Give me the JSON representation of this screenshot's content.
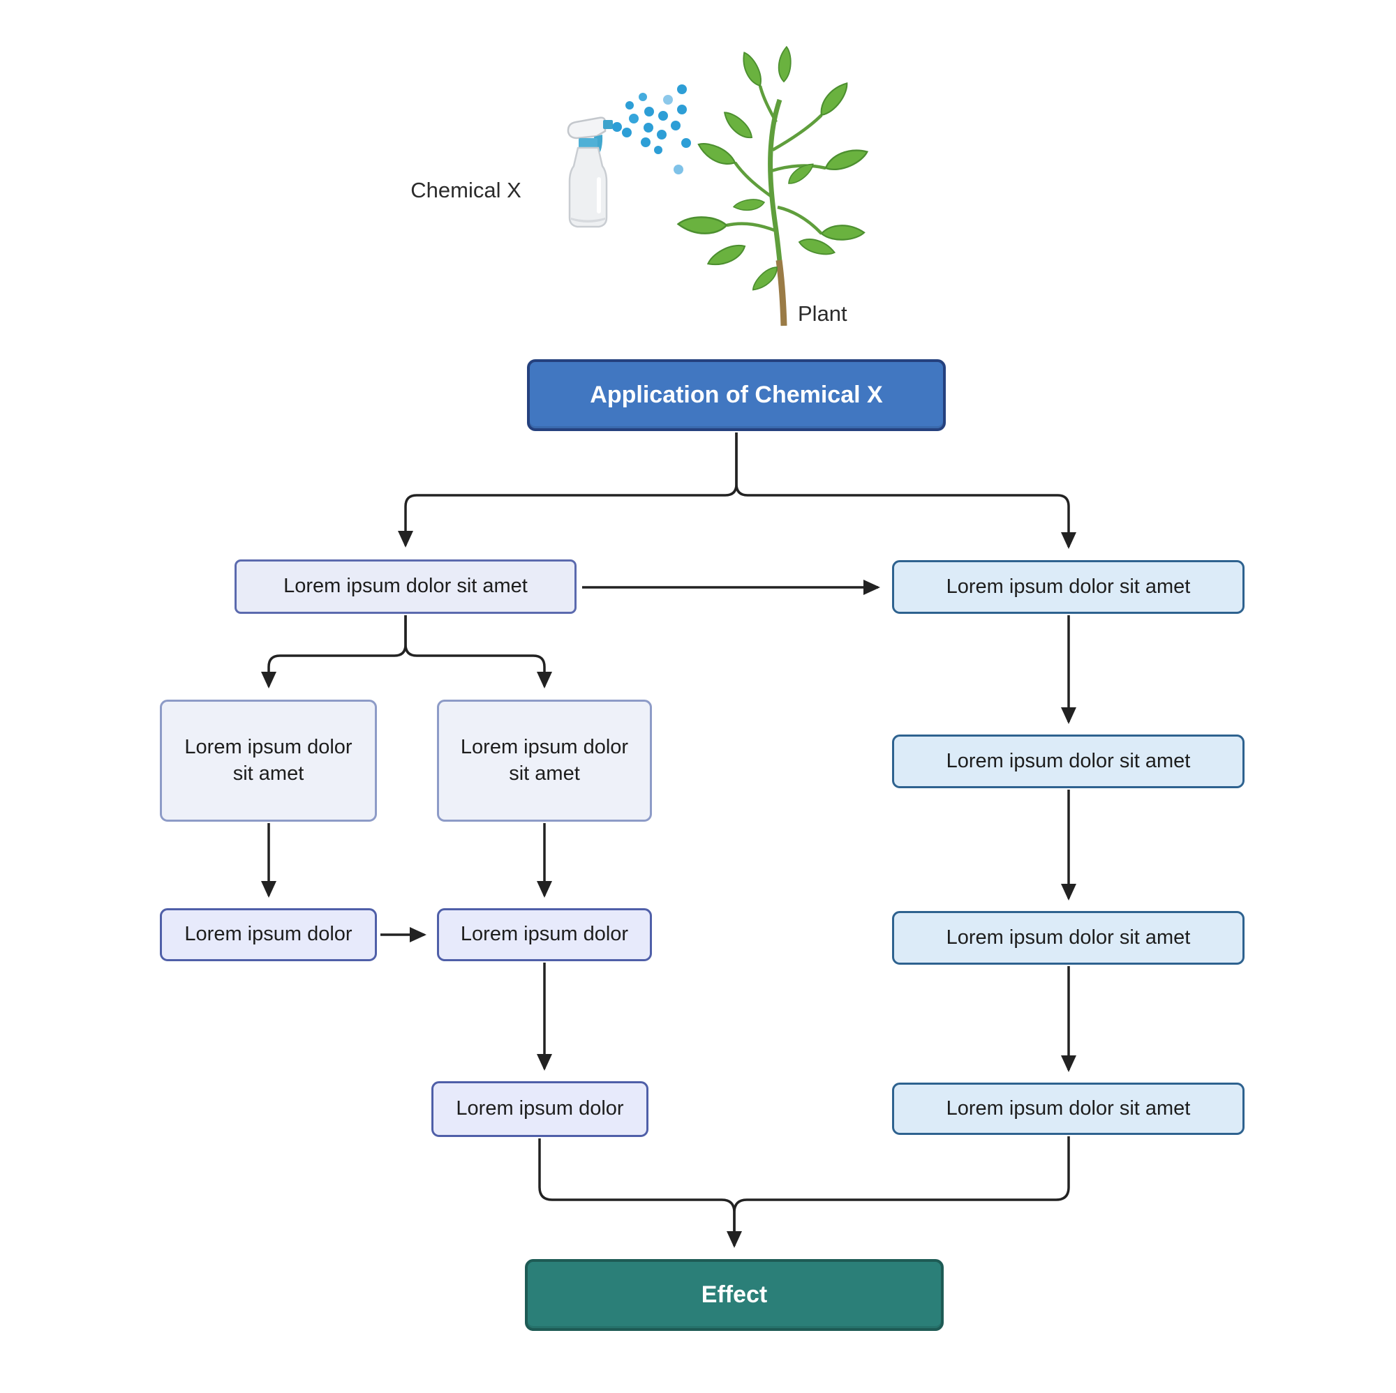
{
  "illustration": {
    "chemical_label": "Chemical X",
    "plant_label": "Plant"
  },
  "nodes": {
    "application": {
      "label": "Application of Chemical X"
    },
    "left_branch": {
      "label": "Lorem ipsum dolor sit amet"
    },
    "mid_left": {
      "label": "Lorem ipsum dolor sit amet"
    },
    "mid_right": {
      "label": "Lorem ipsum dolor sit amet"
    },
    "small_left": {
      "label": "Lorem ipsum dolor"
    },
    "small_mid": {
      "label": "Lorem ipsum dolor"
    },
    "small_bottom": {
      "label": "Lorem ipsum dolor"
    },
    "right_step1": {
      "label": "Lorem ipsum dolor sit amet"
    },
    "right_step2": {
      "label": "Lorem ipsum dolor sit amet"
    },
    "right_step3": {
      "label": "Lorem ipsum dolor sit amet"
    },
    "right_step4": {
      "label": "Lorem ipsum dolor sit amet"
    },
    "effect": {
      "label": "Effect"
    }
  },
  "colors": {
    "header_fill": "#4177C1",
    "header_border": "#25417E",
    "effect_fill": "#2B7F78",
    "effect_border": "#1E5B55",
    "lavender_fill": "#E9ECF8",
    "lavender_border": "#5B6AAE",
    "pale_fill": "#EEF1F9",
    "pale_border": "#8D9BC7",
    "small_fill": "#E7EAFB",
    "small_border": "#4F5FA8",
    "blue_fill": "#DCEBF8",
    "blue_border": "#2E628F",
    "arrow": "#222222",
    "droplet_blue": "#2D9ED6",
    "leaf_green": "#6AB23F",
    "stem_brown": "#9A7B46"
  }
}
